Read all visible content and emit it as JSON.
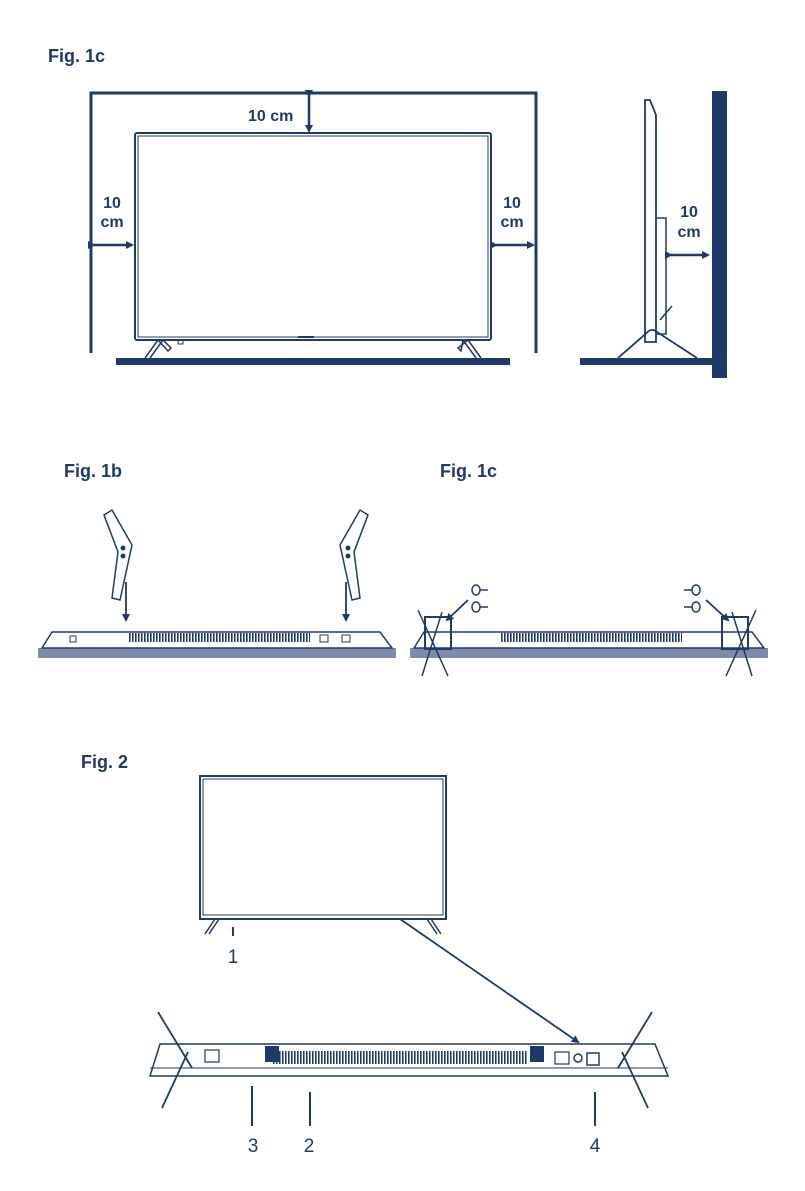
{
  "figures": {
    "fig1c_top": {
      "label": "Fig. 1c",
      "clearance_top": "10 cm",
      "clearance_left": [
        "10",
        "cm"
      ],
      "clearance_right": [
        "10",
        "cm"
      ],
      "clearance_wall": [
        "10",
        "cm"
      ]
    },
    "fig1b": {
      "label": "Fig. 1b"
    },
    "fig1c_mid": {
      "label": "Fig. 1c"
    },
    "fig2": {
      "label": "Fig. 2",
      "callouts": [
        "1",
        "2",
        "3",
        "4"
      ]
    }
  },
  "colors": {
    "ink": "#1f3a68",
    "surface": "#7e8bab",
    "grille": "#1f3a68"
  }
}
